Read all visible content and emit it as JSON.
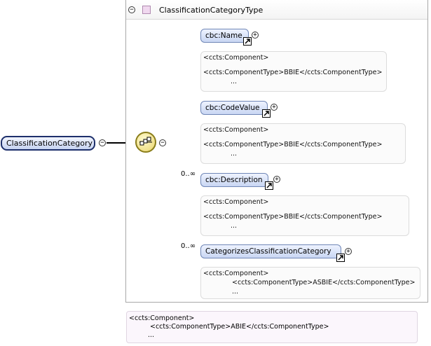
{
  "type": {
    "name": "ClassificationCategoryType",
    "collapse_symbol": "−"
  },
  "root": {
    "name": "ClassificationCategory",
    "collapse_symbol": "−"
  },
  "sequence": {
    "collapse_symbol": "−"
  },
  "children": [
    {
      "name": "cbc:Name",
      "occurrence": "",
      "expand_symbol": "+",
      "annotation": {
        "line1": "<ccts:Component>",
        "line2": "<ccts:ComponentType>BBIE</ccts:ComponentType>",
        "line3": "..."
      }
    },
    {
      "name": "cbc:CodeValue",
      "occurrence": "",
      "expand_symbol": "+",
      "annotation": {
        "line1": "<ccts:Component>",
        "line2": "<ccts:ComponentType>BBIE</ccts:ComponentType>",
        "line3": "..."
      }
    },
    {
      "name": "cbc:Description",
      "occurrence": "0..∞",
      "expand_symbol": "+",
      "annotation": {
        "line1": "<ccts:Component>",
        "line2": "<ccts:ComponentType>BBIE</ccts:ComponentType>",
        "line3": "..."
      }
    },
    {
      "name": "CategorizesClassificationCategory",
      "occurrence": "0..∞",
      "expand_symbol": "+",
      "annotation": {
        "line1": "<ccts:Component>",
        "line2": "<ccts:ComponentType>ASBIE</ccts:ComponentType>",
        "line3": "..."
      }
    }
  ],
  "type_annotation": {
    "line1": "<ccts:Component>",
    "line2": "<ccts:ComponentType>ABIE</ccts:ComponentType>",
    "line3": "..."
  }
}
